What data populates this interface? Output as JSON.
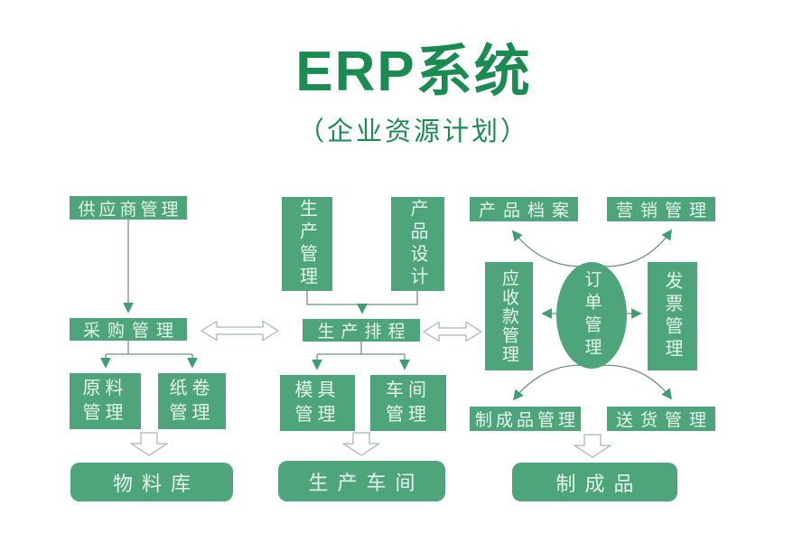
{
  "title": "ERP系统",
  "subtitle": "（企业资源计划）",
  "colors": {
    "node_green": "#4ea57c",
    "title_green": "#1a8c52",
    "arrowhead_green": "#3f9e73",
    "connector_gray_green": "#6e9480"
  },
  "nodes": {
    "supplier_management": "供应商管理",
    "purchasing_management": "采购管理",
    "raw_material_management": "原料管理",
    "paper_roll_management": "纸卷管理",
    "material_warehouse": "物料库",
    "production_management": "生产管理",
    "product_design": "产品设计",
    "production_scheduling": "生产排程",
    "mold_management": "模具管理",
    "workshop_management": "车间管理",
    "production_workshop": "生产车间",
    "product_archive": "产品档案",
    "marketing_management": "营销管理",
    "receivables_management": "应收款管理",
    "order_management": "订单管理",
    "invoice_management": "发票管理",
    "finished_product_management": "制成品管理",
    "delivery_management": "送货管理",
    "finished_product": "制成品"
  }
}
